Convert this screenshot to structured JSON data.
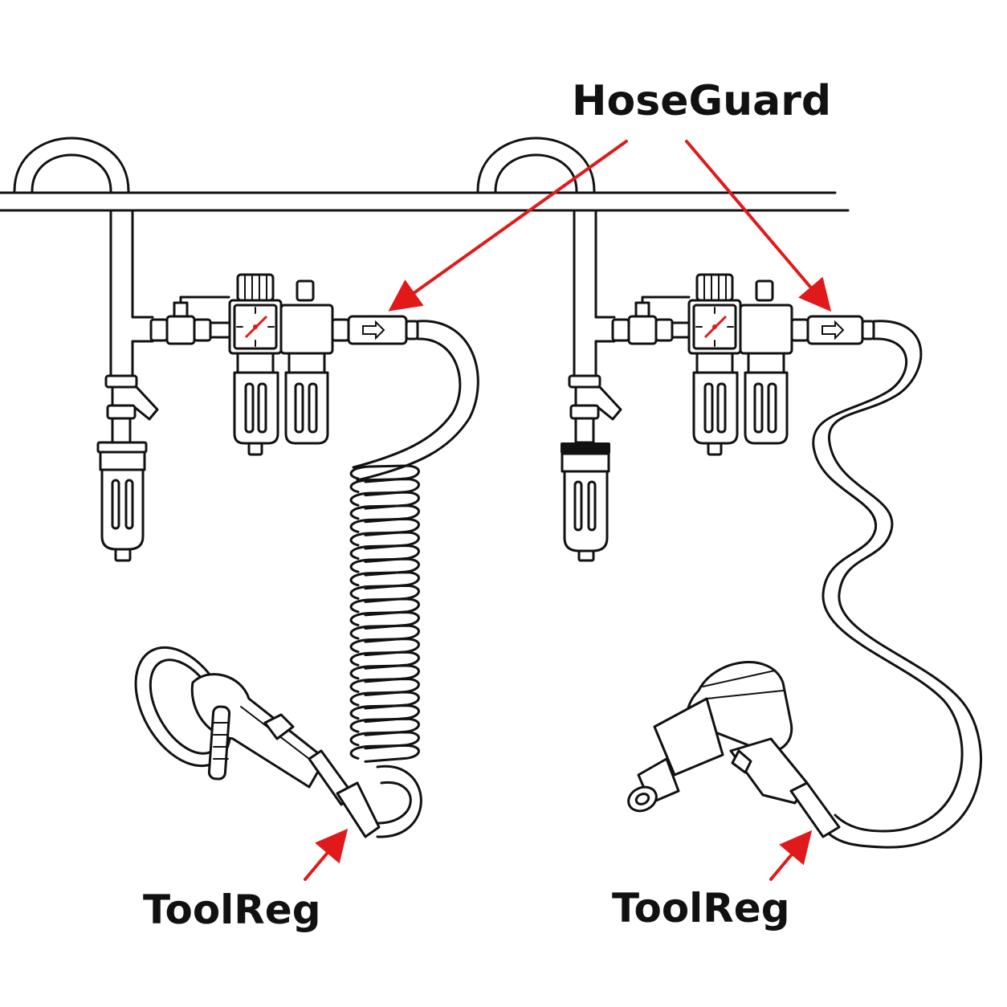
{
  "labels": {
    "hoseguard": "HoseGuard",
    "toolreg_left": "ToolReg",
    "toolreg_right": "ToolReg"
  },
  "colors": {
    "line": "#111111",
    "callout": "#e01a1a",
    "background": "#ffffff"
  },
  "icons": {
    "gauge": "pressure-gauge-icon",
    "flow_arrow": "flow-arrow-icon"
  }
}
